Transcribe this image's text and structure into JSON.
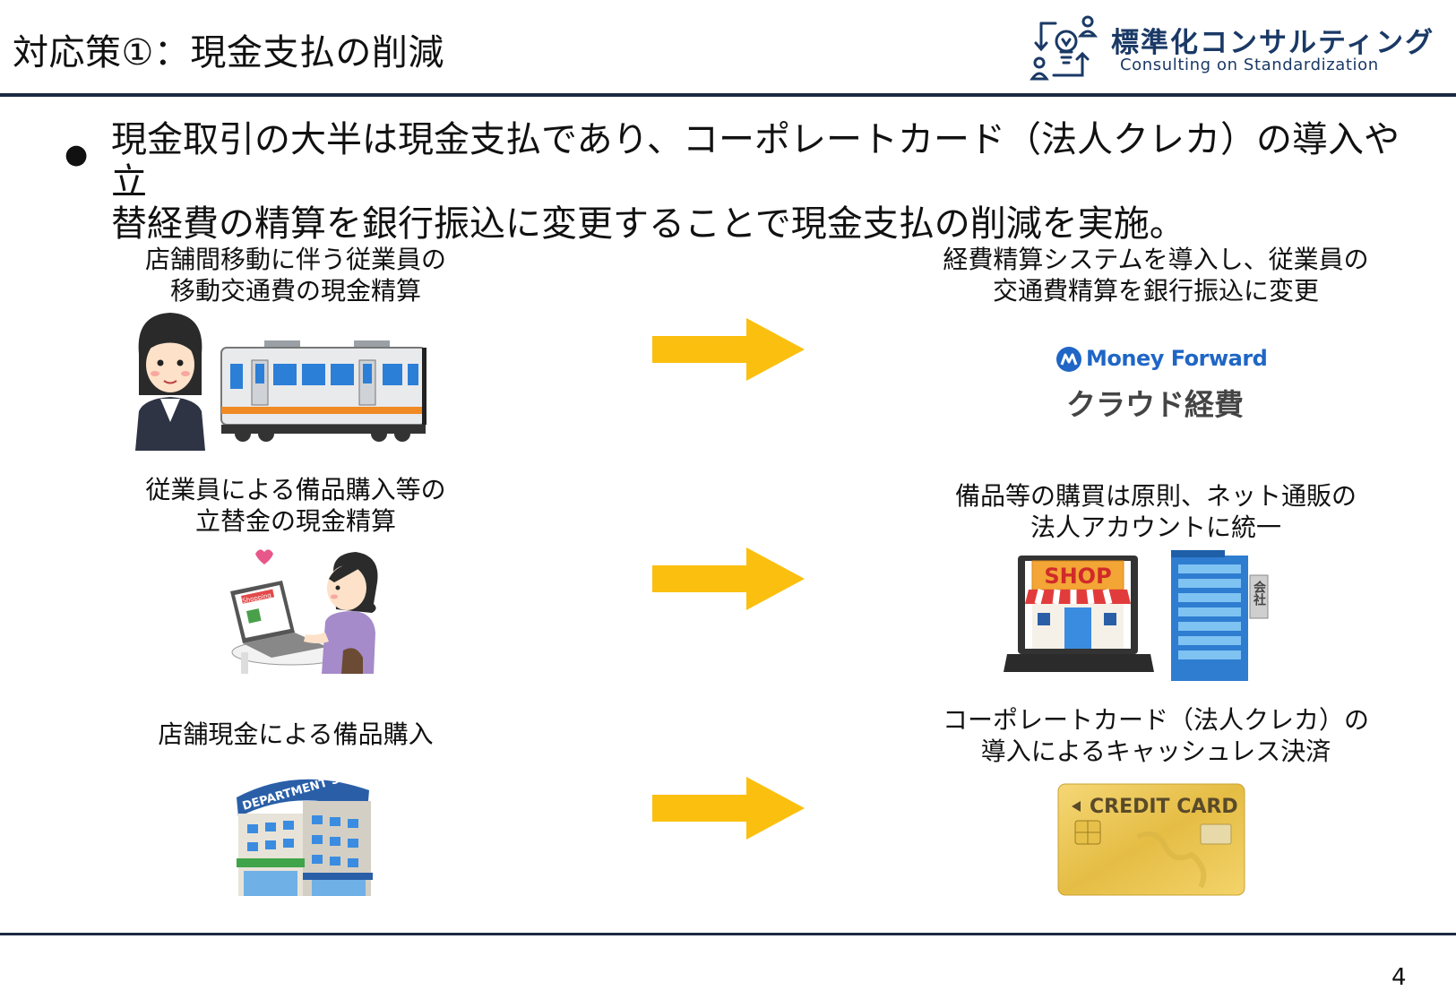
{
  "slide": {
    "title": "対応策①：現金支払の削減",
    "page_number": "4"
  },
  "logo": {
    "name_jp": "標準化コンサルティング",
    "name_en": "Consulting on Standardization"
  },
  "bullet": {
    "line1": "現金取引の大半は現金支払であり、コーポレートカード（法人クレカ）の導入や立",
    "line2": "替経費の精算を銀行振込に変更することで現金支払の削減を実施。"
  },
  "rows": [
    {
      "before": {
        "line1": "店舗間移動に伴う従業員の",
        "line2": "移動交通費の現金精算"
      },
      "after": {
        "line1": "経費精算システムを導入し、従業員の",
        "line2": "交通費精算を銀行振込に変更"
      }
    },
    {
      "before": {
        "line1": "従業員による備品購入等の",
        "line2": "立替金の現金精算"
      },
      "after": {
        "line1": "備品等の購買は原則、ネット通販の",
        "line2": "法人アカウントに統一"
      }
    },
    {
      "before": {
        "line1": "店舗現金による備品購入"
      },
      "after": {
        "line1": "コーポレートカード（法人クレカ）の",
        "line2": "導入によるキャッシュレス決済"
      }
    }
  ],
  "images": {
    "money_forward_brand": "Money Forward",
    "money_forward_product": "クラウド経費",
    "shop_sign": "SHOP",
    "company_sign": "会社",
    "laptop_screen": "Shopping",
    "department_store_sign": "DEPARTMENT STORE",
    "credit_card_label": "CREDIT CARD"
  },
  "colors": {
    "arrow": "#fbbf0f",
    "rule": "#1c2a42",
    "logo_navy": "#1a3966"
  }
}
